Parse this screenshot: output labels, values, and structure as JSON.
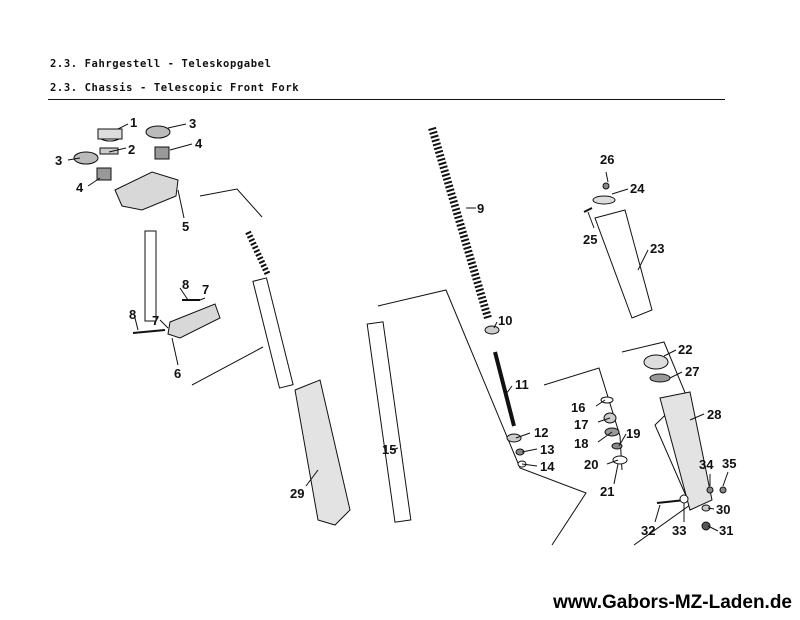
{
  "header": {
    "title_de": "2.3. Fahrgestell - Teleskopgabel",
    "title_en": "2.3. Chassis - Telescopic Front Fork"
  },
  "parts": [
    "1",
    "2",
    "3",
    "3",
    "4",
    "4",
    "5",
    "6",
    "7",
    "7",
    "8",
    "8",
    "9",
    "10",
    "11",
    "12",
    "13",
    "14",
    "15",
    "16",
    "17",
    "18",
    "19",
    "20",
    "21",
    "22",
    "23",
    "24",
    "25",
    "26",
    "27",
    "28",
    "29",
    "30",
    "31",
    "32",
    "33",
    "34",
    "35"
  ],
  "footer": {
    "website": "www.Gabors-MZ-Laden.de"
  }
}
